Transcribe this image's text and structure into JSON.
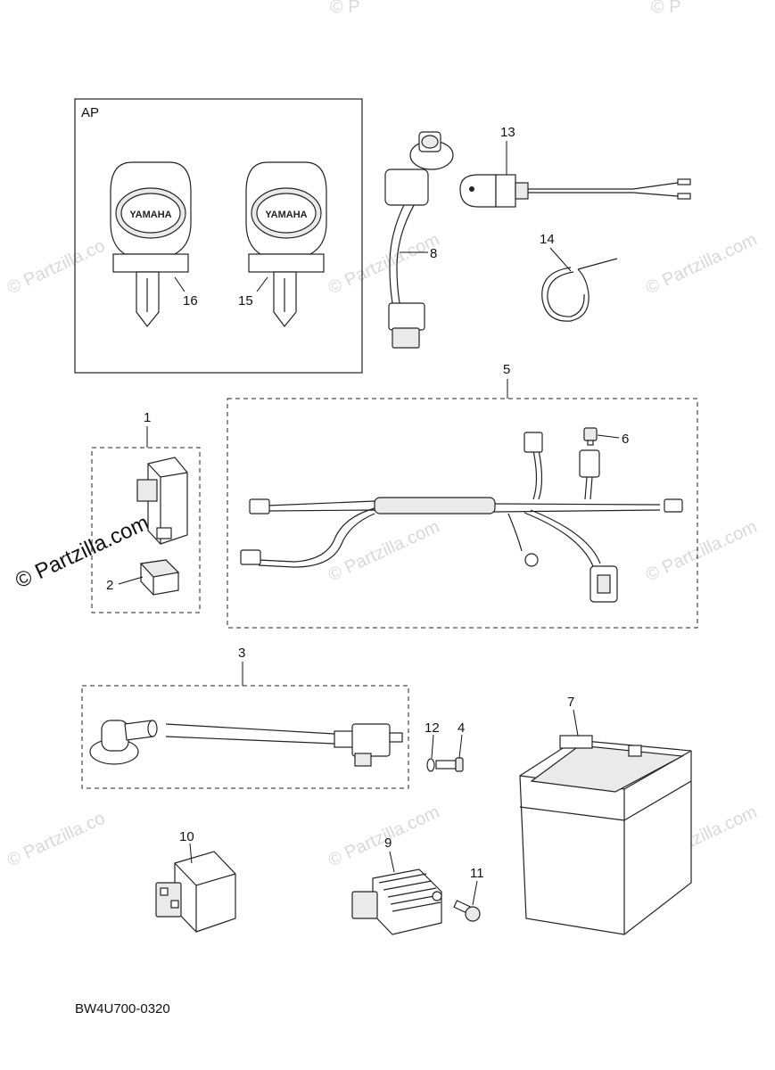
{
  "watermark": {
    "text": "© Partzilla.com",
    "short": "© Partzilla.co",
    "tiny": "© P"
  },
  "group_label": "AP",
  "diagram_code": "BW4U700-0320",
  "callouts": {
    "c1": "1",
    "c2": "2",
    "c3": "3",
    "c4": "4",
    "c5": "5",
    "c6": "6",
    "c7": "7",
    "c8": "8",
    "c9": "9",
    "c10": "10",
    "c11": "11",
    "c12": "12",
    "c13": "13",
    "c14": "14",
    "c15": "15",
    "c16": "16"
  },
  "key_logo": "YAMAHA"
}
